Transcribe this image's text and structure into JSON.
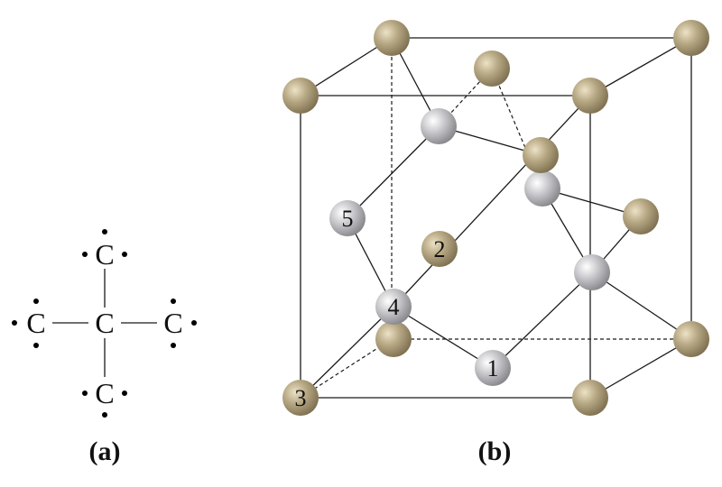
{
  "panel_a": {
    "caption": "(a)",
    "center_symbol": "C",
    "neighbor_symbols": [
      "C",
      "C",
      "C",
      "C"
    ]
  },
  "panel_b": {
    "caption": "(b)",
    "atom_numbers": [
      "1",
      "2",
      "3",
      "4",
      "5"
    ],
    "colors": {
      "tan_atom": "#a89a78",
      "gray_atom": "#b8b8bc"
    }
  }
}
